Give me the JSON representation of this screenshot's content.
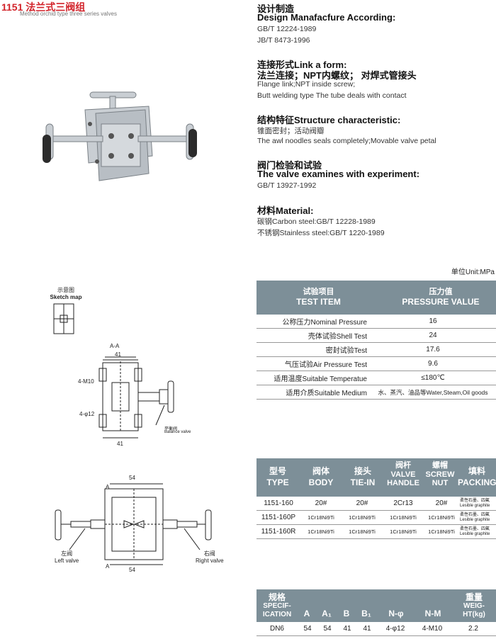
{
  "header": {
    "title": "1151 法兰式三阀组",
    "subtitle": "Method orchid type three series valves"
  },
  "sections": [
    {
      "heading": "设计制造",
      "heading2": "Design Manafacfure According:",
      "lines": [
        "GB/T 12224-1989",
        "JB/T 8473-1996"
      ]
    },
    {
      "heading": "连接形式Link a form:",
      "heading2": "法兰连接；NPT内螺纹； 对焊式管接头",
      "lines": [
        "Flange link;NPT inside screw;",
        "Butt welding type The tube deals with contact"
      ]
    },
    {
      "heading": "结构特征Structure characteristic:",
      "heading2": "",
      "lines": [
        "锥面密封；活动阀瓣",
        "The awl noodles seals completely;Movable valve petal"
      ]
    },
    {
      "heading": "阀门检验和试验",
      "heading2": "The valve examines with experiment:",
      "lines": [
        "GB/T 13927-1992"
      ]
    },
    {
      "heading": "材料Material:",
      "heading2": "",
      "lines": [
        "碳钢Carbon steel:GB/T 12228-1989",
        "不锈钢Stainless steel:GB/T 1220-1989"
      ]
    }
  ],
  "unit_label": "单位Unit:MPa",
  "test_table": {
    "col1_cn": "试验项目",
    "col1_en": "TEST ITEM",
    "col2_cn": "压力值",
    "col2_en": "PRESSURE VALUE",
    "rows": [
      {
        "item": "公称压力Nominal Pressure",
        "value": "16"
      },
      {
        "item": "壳体试验Shell Test",
        "value": "24"
      },
      {
        "item": "密封试验Test",
        "value": "17.6"
      },
      {
        "item": "气压试验Air Pressure Test",
        "value": "9.6"
      },
      {
        "item": "适用温度Suitable Temperatue",
        "value": "≤180℃"
      },
      {
        "item": "适用介质Suitable Medium",
        "value": "水、蒸汽、油品等Water,Steam,Oil goods"
      }
    ]
  },
  "material_table": {
    "headers": [
      {
        "cn": "型号",
        "en": "TYPE"
      },
      {
        "cn": "阀体",
        "en": "BODY"
      },
      {
        "cn": "接头",
        "en": "TIE-IN"
      },
      {
        "cn": "阀杆",
        "en": "VALVE HANDLE"
      },
      {
        "cn": "螺帽",
        "en": "SCREW NUT"
      },
      {
        "cn": "填料",
        "en": "PACKING"
      }
    ],
    "rows": [
      [
        "1151-160",
        "20#",
        "20#",
        "2Cr13",
        "20#",
        "柔性石墨、四氟 Lesible graphite"
      ],
      [
        "1151-160P",
        "1Cr18Ni9Ti",
        "1Cr18Ni9Ti",
        "1Cr18Ni9Ti",
        "1Cr18Ni9Ti",
        "柔性石墨、四氟 Lesible graphite"
      ],
      [
        "1151-160R",
        "1Cr18Ni9Ti",
        "1Cr18Ni9Ti",
        "1Cr18Ni9Ti",
        "1Cr18Ni9Ti",
        "柔性石墨、四氟 Lesible graphite"
      ]
    ]
  },
  "spec_table": {
    "headers": [
      {
        "top": "规格",
        "bottom": "SPECIF- ICATION"
      },
      {
        "top": "",
        "bottom": "A"
      },
      {
        "top": "",
        "bottom": "A₁"
      },
      {
        "top": "",
        "bottom": "B"
      },
      {
        "top": "",
        "bottom": "B₁"
      },
      {
        "top": "",
        "bottom": "N-φ"
      },
      {
        "top": "",
        "bottom": "N-M"
      },
      {
        "top": "重量",
        "bottom": "WEIG- HT(kg)"
      }
    ],
    "rows": [
      [
        "DN6",
        "54",
        "54",
        "41",
        "41",
        "4-φ12",
        "4-M10",
        "2.2"
      ]
    ]
  },
  "drawings": {
    "sketch_label_cn": "示意图",
    "sketch_label_en": "Sketch map",
    "section_label": "A-A",
    "dim_41_top": "41",
    "dim_41_bottom": "41",
    "label_m10": "4-M10",
    "label_phi12": "4-φ12",
    "balance_cn": "平衡阀",
    "balance_en": "Balance valve",
    "dim_54_top": "54",
    "dim_54_bottom": "54",
    "label_A": "A",
    "label_A2": "A",
    "left_cn": "左阀",
    "left_en": "Left valve",
    "right_cn": "右阀",
    "right_en": "Right valve"
  }
}
